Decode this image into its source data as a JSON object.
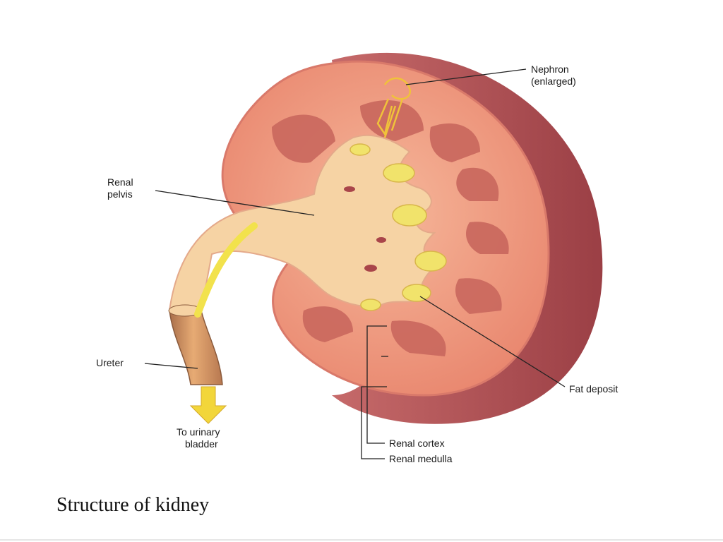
{
  "slide": {
    "caption": "Structure of kidney"
  },
  "diagram": {
    "labels": {
      "nephron": "Nephron",
      "nephron_sub": "(enlarged)",
      "renal_pelvis_1": "Renal",
      "renal_pelvis_2": "pelvis",
      "ureter": "Ureter",
      "to_bladder_1": "To urinary",
      "to_bladder_2": "bladder",
      "fat_deposit": "Fat deposit",
      "renal_cortex": "Renal cortex",
      "renal_medulla": "Renal medulla"
    },
    "colors": {
      "capsule": "#b7575a",
      "cortex": "#ee9c83",
      "pyramid": "#c9675d",
      "pelvis": "#f6d3a4",
      "fat": "#f1e36b",
      "ureter": "#d9935e",
      "arrow": "#f2d63a"
    }
  }
}
